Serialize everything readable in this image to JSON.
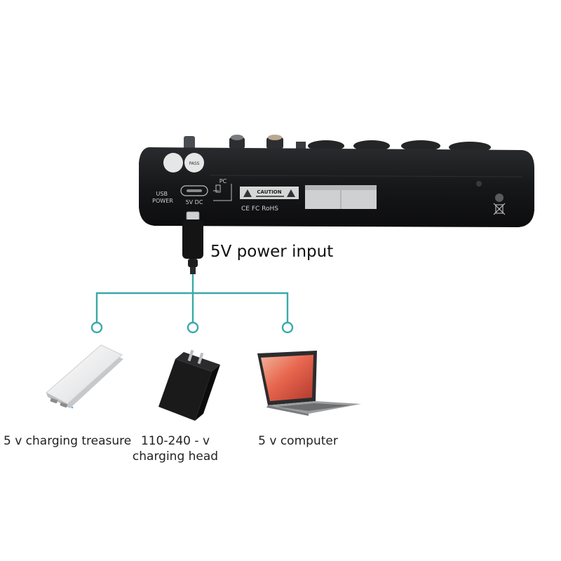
{
  "callout": {
    "power_input": "5V power input"
  },
  "panel": {
    "usb_power": [
      "USB",
      "POWER"
    ],
    "dc_label": "5V DC",
    "pc_label": "PC",
    "caution": "CAUTION",
    "certifications": "CE FC RoHS"
  },
  "devices": [
    {
      "id": "power-bank",
      "lines": [
        "5 v charging treasure"
      ]
    },
    {
      "id": "charging-head",
      "lines": [
        "110-240 - v",
        "charging head"
      ]
    },
    {
      "id": "computer",
      "lines": [
        "5 v computer"
      ]
    }
  ],
  "colors": {
    "connector_line": "#3aa9a9",
    "mixer_body": "#1c1d1f"
  }
}
